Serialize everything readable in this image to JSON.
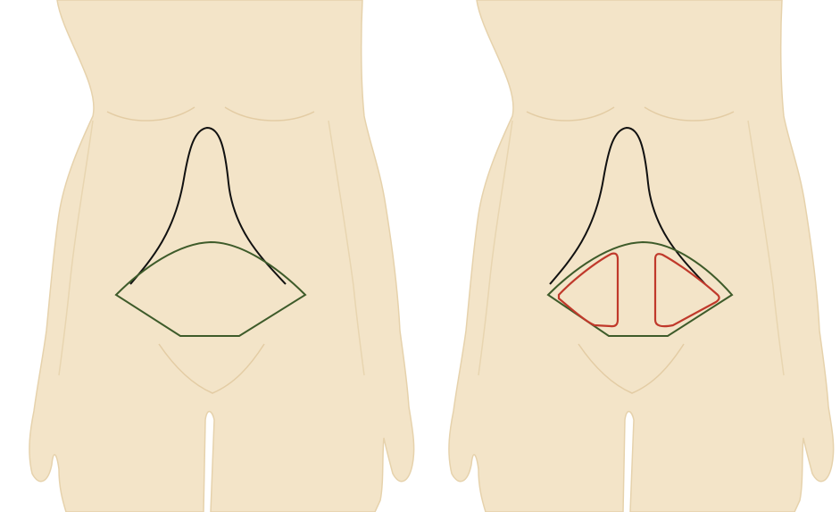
{
  "figures": [
    {
      "panel": "left",
      "flap": "abdominal-flap",
      "inner_markings": false
    },
    {
      "panel": "right",
      "flap": "abdominal-flap",
      "inner_markings": true
    }
  ],
  "colors": {
    "skin": "#f3e4c8",
    "skin_shadow": "#e6d2ac",
    "umbilical_outline": "#111111",
    "flap_outline": "#3e5b2a",
    "inner_outline": "#c0392b",
    "background": "#ffffff"
  }
}
